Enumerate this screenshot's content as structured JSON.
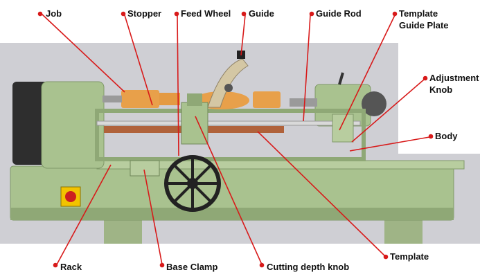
{
  "colors": {
    "photo_bg": "#cfcfd4",
    "machine_green": "#a9c28f",
    "machine_dark": "#7f9868",
    "headstock_black": "#2e2e2e",
    "wood": "#e8a04a",
    "wheel": "#222222",
    "leader": "#d81a1a",
    "label_text": "#111111"
  },
  "labels": {
    "job": "Job",
    "stopper": "Stopper",
    "feed_wheel": "Feed Wheel",
    "guide": "Guide",
    "guide_rod": "Guide Rod",
    "template_guide_plate_1": "Template",
    "template_guide_plate_2": "Guide Plate",
    "adjustment_knob_1": "Adjustment",
    "adjustment_knob_2": "Knob",
    "body": "Body",
    "rack": "Rack",
    "base_clamp": "Base Clamp",
    "cutting_depth_knob": "Cutting depth knob",
    "template": "Template"
  },
  "icons": {
    "feed_wheel": "handwheel-icon",
    "switch": "power-switch-icon"
  }
}
